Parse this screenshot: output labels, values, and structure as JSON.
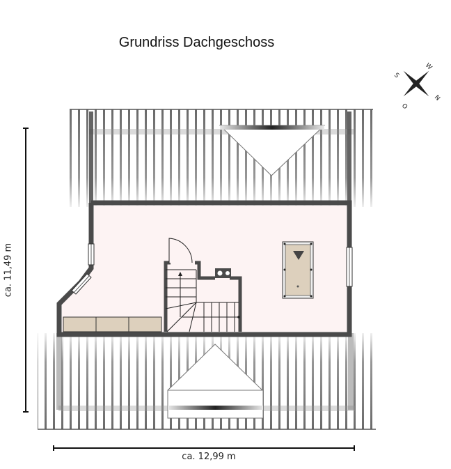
{
  "title": "Grundriss Dachgeschoss",
  "compass": {
    "labels": {
      "north": "N",
      "south": "S",
      "east": "O",
      "west": "W"
    }
  },
  "dimensions": {
    "width_label": "ca. 12,99 m",
    "height_label": "ca. 11,49 m"
  },
  "colors": {
    "wall": "#4a4a4a",
    "floor": "#fdf3f3",
    "furniture": "#ddd0bd",
    "roof_line": "#555555"
  },
  "elements": {
    "staircase": "spiral-stair",
    "billiard_table": "pool-table",
    "dormers": [
      "dormer-north",
      "dormer-south"
    ],
    "windows": 3,
    "storage_cabinets": 3
  }
}
